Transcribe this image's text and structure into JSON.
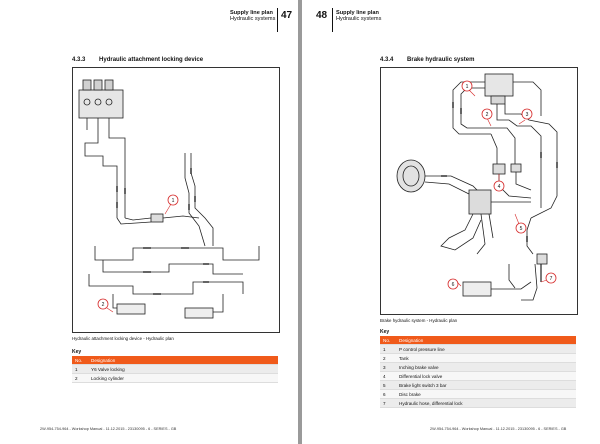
{
  "left_page": {
    "header_title": "Supply line plan",
    "header_subtitle": "Hydraulic systems",
    "page_number": "47",
    "section_number": "4.3.3",
    "section_title": "Hydraulic attachment locking device",
    "diagram_callouts": [
      "1",
      "2"
    ],
    "caption": "Hydraulic attachment locking device - Hydraulic plan",
    "key_label": "Key",
    "key_headers": [
      "No.",
      "Designation"
    ],
    "key_rows": [
      {
        "no": "1",
        "designation": "Y6 Valve locking"
      },
      {
        "no": "2",
        "designation": "Locking cylinder"
      }
    ],
    "footer": "2W-954-754-964 - Workshop Manual - 11.12.2015 - 23130095 - 6 - SERIES - GB"
  },
  "right_page": {
    "header_title": "Supply line plan",
    "header_subtitle": "Hydraulic systems",
    "page_number": "48",
    "section_number": "4.3.4",
    "section_title": "Brake hydraulic system",
    "diagram_callouts": [
      "1",
      "2",
      "3",
      "4",
      "5",
      "6",
      "7"
    ],
    "caption": "Brake hydraulic system - Hydraulic plan",
    "key_label": "Key",
    "key_headers": [
      "No.",
      "Designation"
    ],
    "key_rows": [
      {
        "no": "1",
        "designation": "P control pressure line"
      },
      {
        "no": "2",
        "designation": "Tank"
      },
      {
        "no": "3",
        "designation": "Inching brake valve"
      },
      {
        "no": "4",
        "designation": "Differential lock valve"
      },
      {
        "no": "5",
        "designation": "Brake light switch 3 bar"
      },
      {
        "no": "6",
        "designation": "Disc brake"
      },
      {
        "no": "7",
        "designation": "Hydraulic hose, differential lock"
      }
    ],
    "footer": "2W-954-754-964 - Workshop Manual - 11.12.2015 - 23130095 - 6 - SERIES - GB"
  },
  "colors": {
    "key_header_bg": "#f05a1a",
    "callout_circle": "#d62a2a"
  }
}
